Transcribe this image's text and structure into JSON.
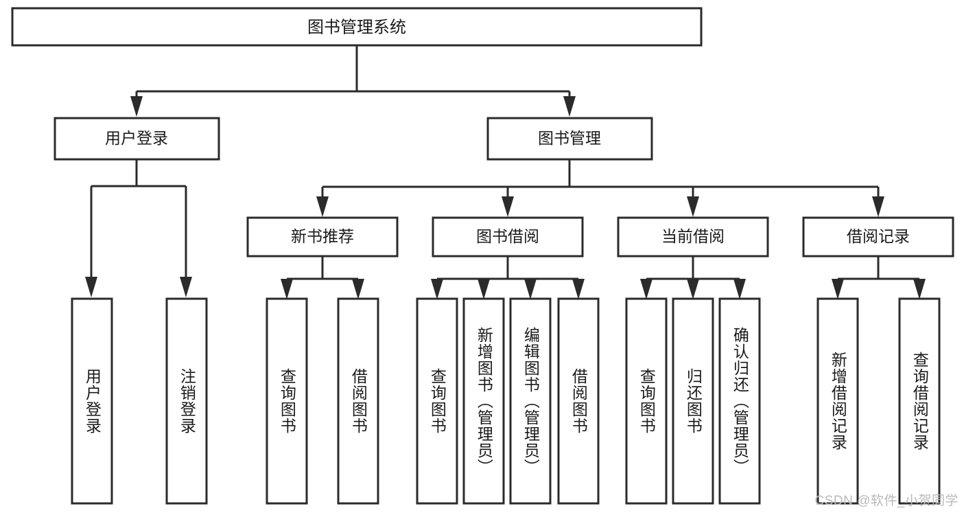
{
  "diagram": {
    "type": "tree",
    "title": "图书管理系统",
    "orientation": "top-down",
    "watermark": "CSDN @软件_小贺同学",
    "colors": {
      "background": "#ffffff",
      "box_fill": "#ffffff",
      "box_stroke": "#2b2b2b",
      "text": "#1a1a1a",
      "watermark": "#b9b9b9"
    },
    "root": {
      "id": "root",
      "label": "图书管理系统",
      "orientation": "horizontal"
    },
    "level1": [
      {
        "id": "user-login",
        "label": "用户登录",
        "orientation": "horizontal"
      },
      {
        "id": "book-manage",
        "label": "图书管理",
        "orientation": "horizontal"
      }
    ],
    "level2": [
      {
        "id": "new-book-recommend",
        "parent": "book-manage",
        "label": "新书推荐",
        "orientation": "horizontal"
      },
      {
        "id": "book-borrow",
        "parent": "book-manage",
        "label": "图书借阅",
        "orientation": "horizontal"
      },
      {
        "id": "current-borrow",
        "parent": "book-manage",
        "label": "当前借阅",
        "orientation": "horizontal"
      },
      {
        "id": "borrow-record",
        "parent": "book-manage",
        "label": "借阅记录",
        "orientation": "horizontal"
      }
    ],
    "leaves": [
      {
        "id": "leaf-user-login",
        "parent": "user-login",
        "label": "用户登录",
        "orientation": "vertical"
      },
      {
        "id": "leaf-user-logout",
        "parent": "user-login",
        "label": "注销登录",
        "orientation": "vertical"
      },
      {
        "id": "leaf-rec-query-book",
        "parent": "new-book-recommend",
        "label": "查询图书",
        "orientation": "vertical"
      },
      {
        "id": "leaf-rec-borrow-book",
        "parent": "new-book-recommend",
        "label": "借阅图书",
        "orientation": "vertical"
      },
      {
        "id": "leaf-borrow-query-book",
        "parent": "book-borrow",
        "label": "查询图书",
        "orientation": "vertical"
      },
      {
        "id": "leaf-borrow-add-book",
        "parent": "book-borrow",
        "label": "新增图书（管理员）",
        "orientation": "vertical"
      },
      {
        "id": "leaf-borrow-edit-book",
        "parent": "book-borrow",
        "label": "编辑图书（管理员）",
        "orientation": "vertical"
      },
      {
        "id": "leaf-borrow-borrow-book",
        "parent": "book-borrow",
        "label": "借阅图书",
        "orientation": "vertical"
      },
      {
        "id": "leaf-cur-query-book",
        "parent": "current-borrow",
        "label": "查询图书",
        "orientation": "vertical"
      },
      {
        "id": "leaf-cur-return-book",
        "parent": "current-borrow",
        "label": "归还图书",
        "orientation": "vertical"
      },
      {
        "id": "leaf-cur-confirm-return",
        "parent": "current-borrow",
        "label": "确认归还（管理员）",
        "orientation": "vertical"
      },
      {
        "id": "leaf-rec-add-record",
        "parent": "borrow-record",
        "label": "新增借阅记录",
        "orientation": "vertical"
      },
      {
        "id": "leaf-rec-query-record",
        "parent": "borrow-record",
        "label": "查询借阅记录",
        "orientation": "vertical"
      }
    ]
  }
}
